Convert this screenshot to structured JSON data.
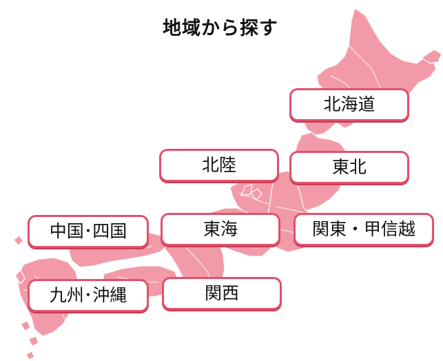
{
  "title": "地域から探す",
  "regions": [
    {
      "id": "hokkaido",
      "label": "北海道"
    },
    {
      "id": "tohoku",
      "label": "東北"
    },
    {
      "id": "hokuriku",
      "label": "北陸"
    },
    {
      "id": "kanto",
      "label": "関東・甲信越"
    },
    {
      "id": "tokai",
      "label": "東海"
    },
    {
      "id": "chugoku",
      "label": "中国･四国"
    },
    {
      "id": "kyushu",
      "label": "九州･沖縄"
    },
    {
      "id": "kansai",
      "label": "関西"
    }
  ],
  "colors": {
    "map_fill": "#f29aa8",
    "button_border": "#e2506a",
    "button_shadow": "#c23c56",
    "prefecture_line": "#ffffff"
  }
}
